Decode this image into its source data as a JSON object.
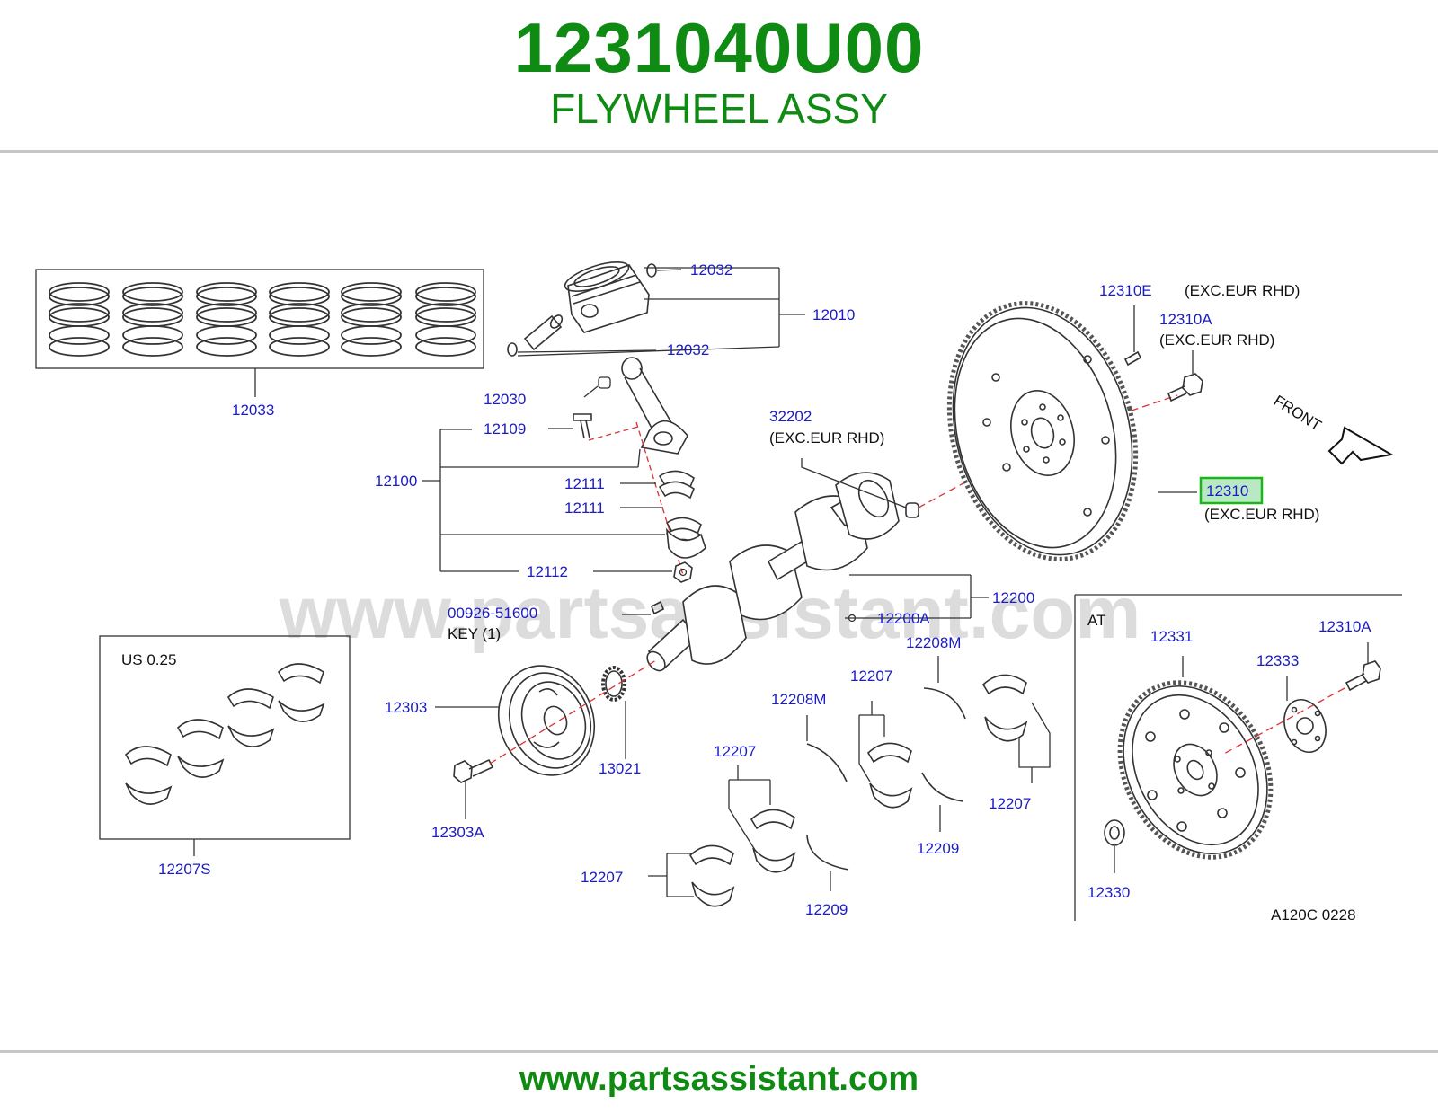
{
  "header": {
    "part_number": "1231040U00",
    "title": "FLYWHEEL ASSY"
  },
  "footer": {
    "url": "www.partsassistant.com"
  },
  "diagram": {
    "watermark": "www.partsassistant.com",
    "callouts": {
      "c12032a": "12032",
      "c12032b": "12032",
      "c12010": "12010",
      "c12033": "12033",
      "c12030": "12030",
      "c12109": "12109",
      "c12100": "12100",
      "c12111a": "12111",
      "c12111b": "12111",
      "c12112": "12112",
      "c32202": "32202",
      "c12310E": "12310E",
      "c12310A_top": "12310A",
      "c12310": "12310",
      "c12200": "12200",
      "c12200A": "12200A",
      "c00926": "00926-51600",
      "c12208M_a": "12208M",
      "c12207_a": "12207",
      "c12208M_b": "12208M",
      "c12207_b": "12207",
      "c12207_c": "12207",
      "c12207_d": "12207",
      "c12209_a": "12209",
      "c12209_b": "12209",
      "c12303": "12303",
      "c13021": "13021",
      "c12303A": "12303A",
      "c12207S": "12207S",
      "c12331": "12331",
      "c12310A_at": "12310A",
      "c12333": "12333",
      "c12330": "12330"
    },
    "notes": {
      "exc1": "(EXC.EUR   RHD)",
      "exc2": "(EXC.EUR   RHD)",
      "exc3": "(EXC.EUR   RHD)",
      "exc4": "(EXC.EUR   RHD)",
      "key": "KEY    (1)",
      "us": "US    0.25",
      "at": "AT",
      "front": "FRONT",
      "code": "A120C    0228"
    },
    "highlight_color": "#19b619",
    "callout_color": "#1c1cc4"
  }
}
